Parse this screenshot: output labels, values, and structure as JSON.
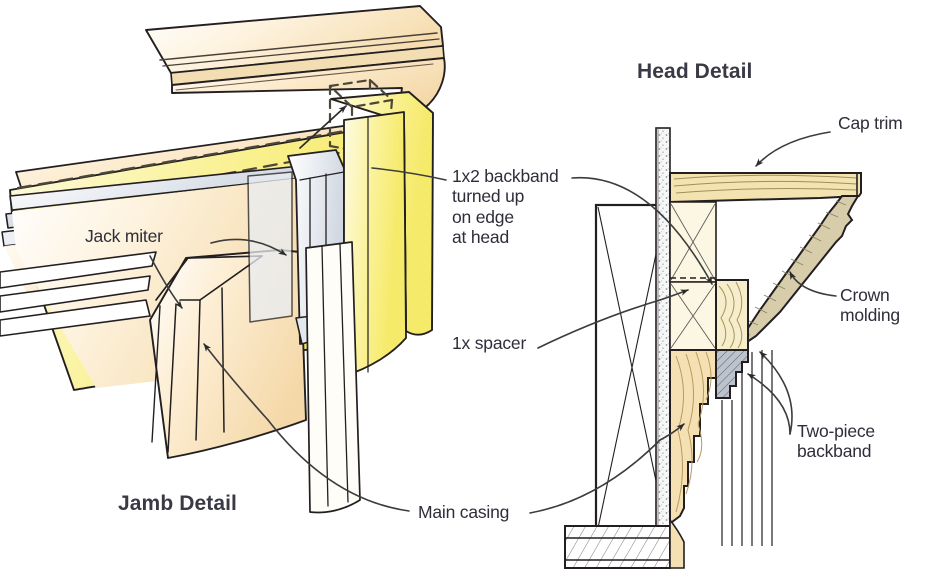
{
  "figure": {
    "kind": "architectural-detail-drawing",
    "subject": "Door and window trim assembly details",
    "background_color": "#ffffff"
  },
  "titles": {
    "left": "Jamb Detail",
    "right": "Head Detail"
  },
  "labels": {
    "jack_miter": "Jack miter",
    "backband_note": "1x2 backband\nturned up\non edge\nat head",
    "spacer": "1x spacer",
    "main_casing": "Main casing",
    "cap_trim": "Cap trim",
    "crown_molding": "Crown\nmolding",
    "two_piece_backband": "Two-piece\nbackband"
  },
  "colors": {
    "outline": "#231f20",
    "cap_trim_fill": "#f2e3b0",
    "cap_trim_light": "#f8eecb",
    "crown_fill": "#d8cdab",
    "casing_fill": "#f6edcd",
    "casing_warm": "#f5e0b4",
    "spacer_fill": "#fbf7e2",
    "backband_gray": "#b9bfc9",
    "drywall_fill": "#f4f4f4",
    "iso_warm": "#fae7c4",
    "iso_yellow": "#f7ef86",
    "iso_gray": "#dfe3ea",
    "leader": "#3c3c3c",
    "text": "#2e2e3a"
  }
}
